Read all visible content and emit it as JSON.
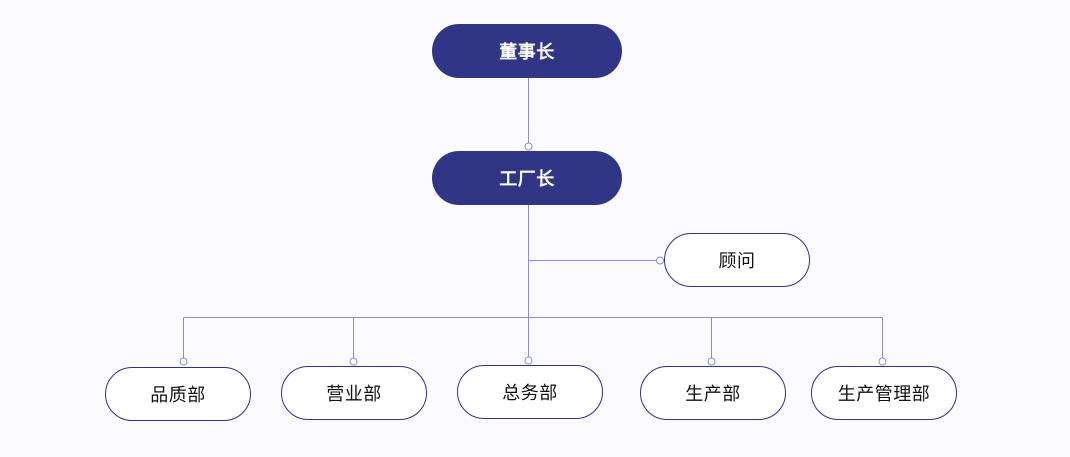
{
  "colors": {
    "primary_fill": "#303585",
    "primary_text": "#ffffff",
    "secondary_border": "#2f347f",
    "line": "#8e8fc9",
    "background": "#fbfaff"
  },
  "nodes": {
    "chairman": "董事长",
    "factory_director": "工厂长",
    "advisor": "顾问",
    "departments": [
      "品质部",
      "营业部",
      "总务部",
      "生产部",
      "生产管理部"
    ]
  }
}
